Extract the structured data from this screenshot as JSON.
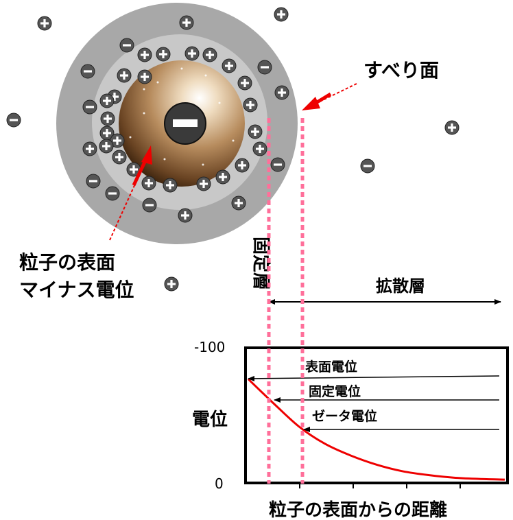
{
  "labels": {
    "slip_plane": "すべり面",
    "surface_potential_line1": "粒子の表面",
    "surface_potential_line2": "マイナス電位",
    "fixed_layer": "固定層",
    "diffuse_layer": "拡散層",
    "graph_surface_potential": "表面電位",
    "graph_fixed_potential": "固定電位",
    "graph_zeta_potential": "ゼータ電位",
    "y_axis": "電位",
    "x_axis": "粒子の表面からの距離",
    "y_max": "-100",
    "y_min": "0"
  },
  "ion_symbols": {
    "plus": "+",
    "minus": "−"
  },
  "colors": {
    "outer_layer": "#a8a8a8",
    "inner_layer": "#c8c8c8",
    "particle_light": "#f4e6cf",
    "particle_dark": "#3a2410",
    "ion_fill": "#555555",
    "guide_line": "#ff6f9a",
    "curve": "#ee0000",
    "arrow_red": "#ee0000"
  },
  "chart_data": {
    "type": "line",
    "xlabel": "粒子の表面からの距離",
    "ylabel": "電位",
    "ylim": [
      0,
      -100
    ],
    "ytick_labels": [
      "-100",
      "0"
    ],
    "x": [
      0.0,
      0.1,
      0.2,
      0.3,
      0.4,
      0.5,
      0.6,
      0.7,
      0.8,
      0.9,
      1.0
    ],
    "series": [
      {
        "values": [
          -78,
          -59,
          -41,
          -28,
          -19,
          -12,
          -7,
          -4,
          -2,
          -1,
          -0.5
        ]
      }
    ],
    "annotations": [
      "表面電位",
      "固定電位",
      "ゼータ電位"
    ]
  }
}
